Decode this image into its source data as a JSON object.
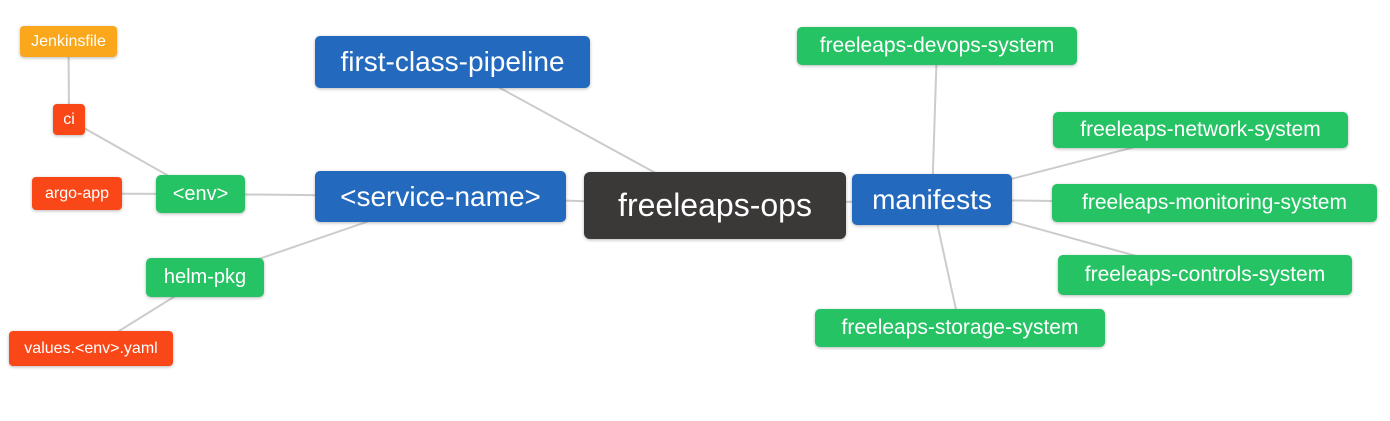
{
  "palette": {
    "center": "#3B3838",
    "branch_blue": "#2369BE",
    "leaf_green": "#25C364",
    "leaf_red": "#F94718",
    "leaf_orange": "#FAA71B",
    "edge": "#CCCCCC",
    "text": "#FFFFFF",
    "background": "#FFFFFF"
  },
  "nodes": {
    "freeleaps_ops": {
      "label": "freeleaps-ops",
      "color": "#3B3838"
    },
    "first_class_pipeline": {
      "label": "first-class-pipeline",
      "color": "#2369BE"
    },
    "service_name": {
      "label": "<service-name>",
      "color": "#2369BE"
    },
    "manifests": {
      "label": "manifests",
      "color": "#2369BE"
    },
    "env": {
      "label": "<env>",
      "color": "#25C364"
    },
    "helm_pkg": {
      "label": "helm-pkg",
      "color": "#25C364"
    },
    "ci": {
      "label": "ci",
      "color": "#F94718"
    },
    "argo_app": {
      "label": "argo-app",
      "color": "#F94718"
    },
    "jenkinsfile": {
      "label": "Jenkinsfile",
      "color": "#FAA71B"
    },
    "values_yaml": {
      "label": "values.<env>.yaml",
      "color": "#F94718"
    },
    "devops_system": {
      "label": "freeleaps-devops-system",
      "color": "#25C364"
    },
    "network_system": {
      "label": "freeleaps-network-system",
      "color": "#25C364"
    },
    "monitoring_system": {
      "label": "freeleaps-monitoring-system",
      "color": "#25C364"
    },
    "controls_system": {
      "label": "freeleaps-controls-system",
      "color": "#25C364"
    },
    "storage_system": {
      "label": "freeleaps-storage-system",
      "color": "#25C364"
    }
  },
  "edges": [
    {
      "from": "freeleaps_ops",
      "to": "first_class_pipeline"
    },
    {
      "from": "freeleaps_ops",
      "to": "service_name"
    },
    {
      "from": "freeleaps_ops",
      "to": "manifests"
    },
    {
      "from": "service_name",
      "to": "env"
    },
    {
      "from": "service_name",
      "to": "helm_pkg"
    },
    {
      "from": "env",
      "to": "ci"
    },
    {
      "from": "env",
      "to": "argo_app"
    },
    {
      "from": "ci",
      "to": "jenkinsfile"
    },
    {
      "from": "helm_pkg",
      "to": "values_yaml"
    },
    {
      "from": "manifests",
      "to": "devops_system"
    },
    {
      "from": "manifests",
      "to": "network_system"
    },
    {
      "from": "manifests",
      "to": "monitoring_system"
    },
    {
      "from": "manifests",
      "to": "controls_system"
    },
    {
      "from": "manifests",
      "to": "storage_system"
    }
  ]
}
